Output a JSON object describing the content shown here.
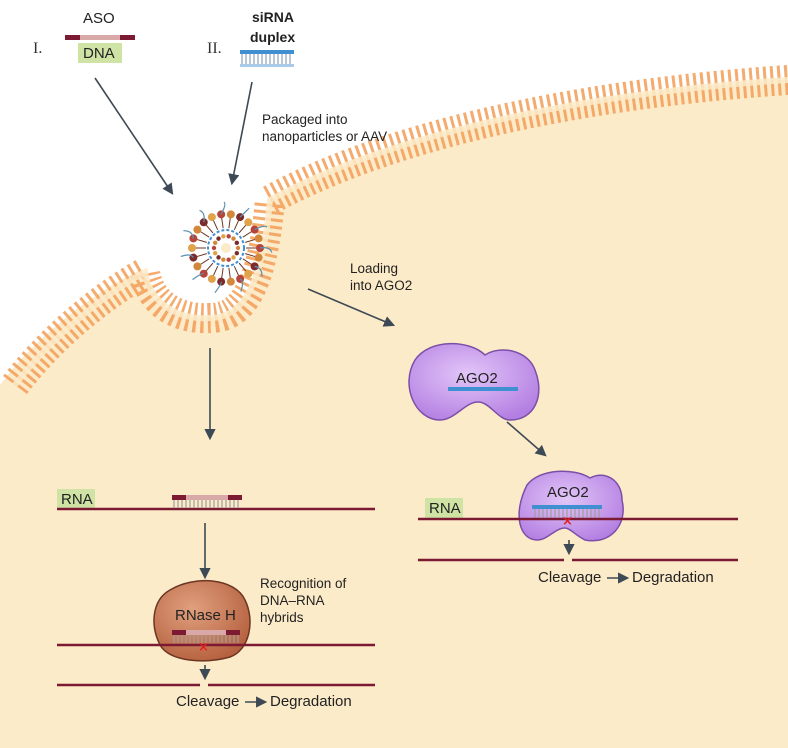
{
  "inputs": {
    "aso": {
      "numeral": "I.",
      "label": "ASO",
      "tag": "DNA"
    },
    "sirna": {
      "numeral": "II.",
      "label_line1": "siRNA",
      "label_line2": "duplex"
    }
  },
  "packaging": {
    "line1": "Packaged into",
    "line2": "nanoparticles or AAV"
  },
  "loading": {
    "line1": "Loading",
    "line2": "into AGO2"
  },
  "aso_pathway": {
    "rna_tag": "RNA",
    "recognition_line1": "Recognition of",
    "recognition_line2": "DNA–RNA",
    "recognition_line3": "hybrids",
    "enzyme": "RNase H",
    "cleavage": "Cleavage",
    "degradation": "Degradation"
  },
  "sirna_pathway": {
    "ago_free": "AGO2",
    "ago_bound": "AGO2",
    "rna_tag": "RNA",
    "cleavage": "Cleavage",
    "degradation": "Degradation"
  },
  "colors": {
    "cell": "#fcebc9",
    "membrane": "#f4a25e",
    "rna_strand": "#7c1a33",
    "dna_strand": "#d9a8a8",
    "sirna_strand": "#3f8fd1",
    "tag_bg": "#cfe3a4",
    "ago2": "#c598ea",
    "rnase_h": "#c87552",
    "arrow": "#3d4a55",
    "cut_mark": "#e02020"
  }
}
